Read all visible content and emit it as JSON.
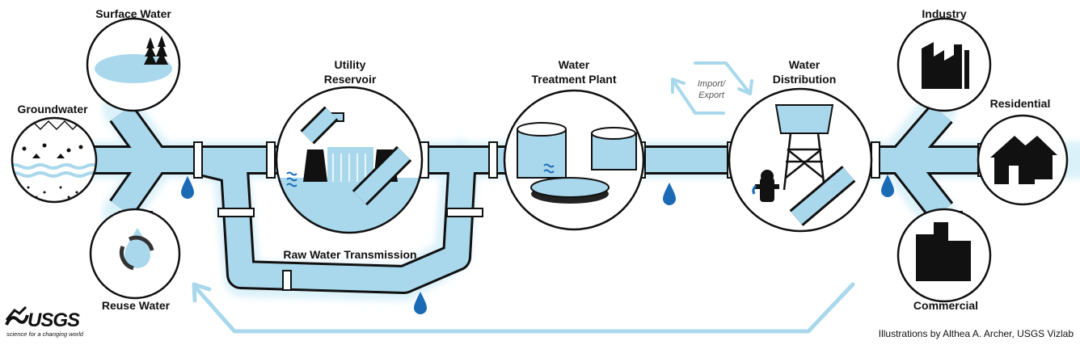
{
  "labels": {
    "surface_water": "Surface Water",
    "groundwater": "Groundwater",
    "reuse_water": "Reuse Water",
    "utility_reservoir_1": "Utility",
    "utility_reservoir_2": "Reservoir",
    "raw_water_transmission": "Raw Water Transmission",
    "water_treatment_1": "Water",
    "water_treatment_2": "Treatment Plant",
    "import_export_1": "Import/",
    "import_export_2": "Export",
    "water_distribution_1": "Water",
    "water_distribution_2": "Distribution",
    "industry": "Industry",
    "residential": "Residential",
    "commercial": "Commercial"
  },
  "logo": {
    "name": "USGS",
    "tagline": "science for a changing world"
  },
  "credit": "Illustrations by Althea A. Archer, USGS Vizlab",
  "colors": {
    "water": "#a9d8ec",
    "glow": "#cdeaf6",
    "drop": "#1a6ab5",
    "outline": "#111111"
  }
}
